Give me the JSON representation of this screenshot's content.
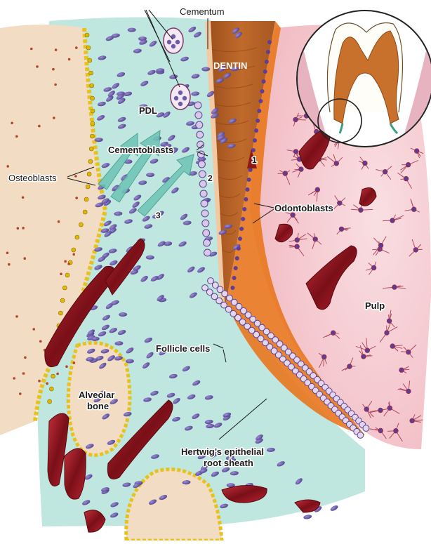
{
  "labels": {
    "cementum": "Cementum",
    "dentin": "DENTIN",
    "pdl": "PDL",
    "cementoblasts": "Cementoblasts",
    "osteoblasts": "Osteoblasts",
    "odontoblasts": "Odontoblasts",
    "pulp": "Pulp",
    "follicle_cells": "Follicle cells",
    "alveolar_bone_line1": "Alveolar",
    "alveolar_bone_line2": "bone",
    "hertwig_line1": "Hertwig’s epithelial",
    "hertwig_line2": "root sheath"
  },
  "markers": {
    "m1": "1",
    "m2": "2",
    "m3": "3"
  },
  "colors": {
    "pdl_teal": "#bfe6df",
    "bone_beige": "#f3dcc4",
    "osteoblast_yellow": "#e8c21c",
    "dentin_brown": "#b8652a",
    "odontoblast_orange": "#e8771e",
    "pulp_pink": "#f7d2d6",
    "vessel_red": "#8e1620",
    "cell_purple": "#6b5aa8",
    "arrow_teal": "#6cc5b6"
  },
  "icons": {
    "inset": "tooth-outline-icon",
    "arrows": "migration-arrow-icon"
  }
}
